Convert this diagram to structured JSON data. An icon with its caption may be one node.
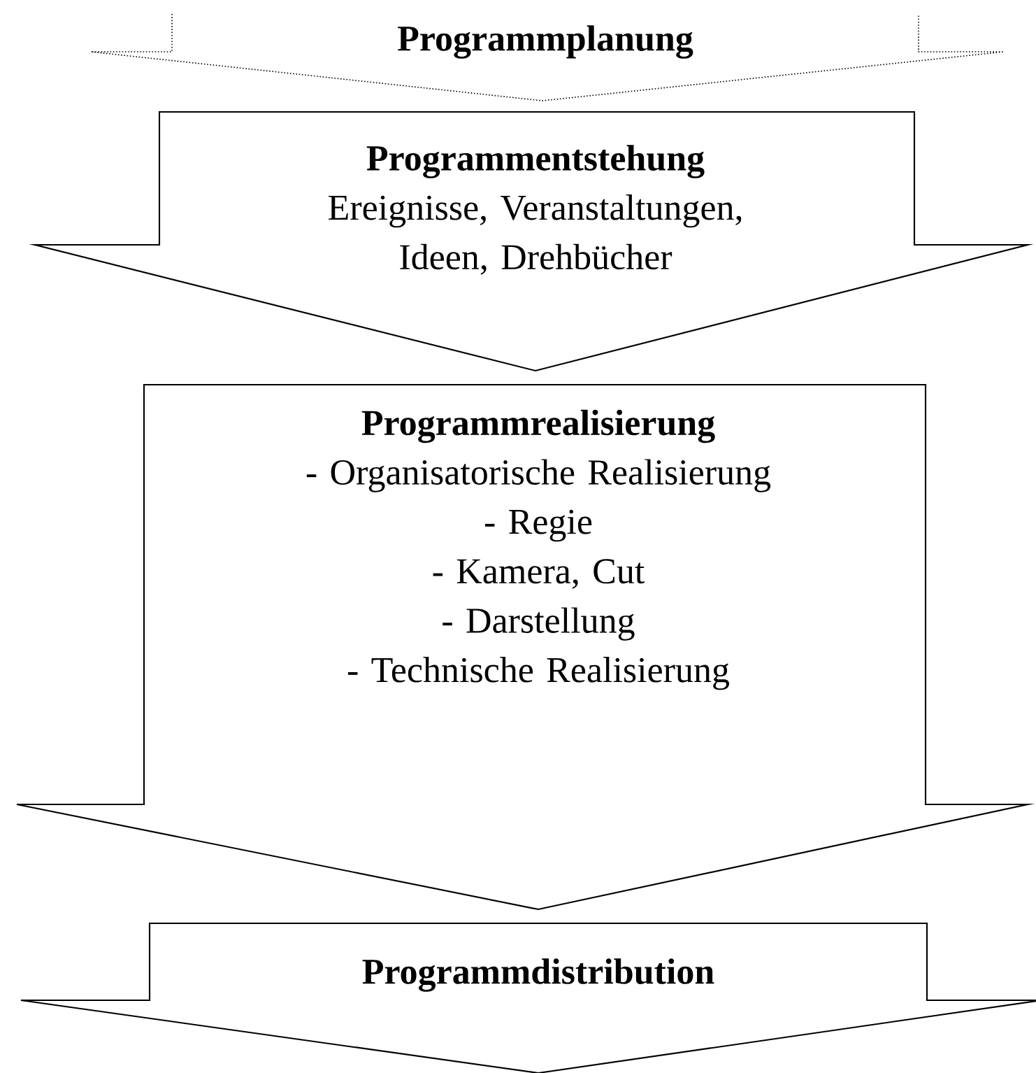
{
  "diagram": {
    "nodes": [
      {
        "text": [
          "Programmplanung"
        ]
      },
      {
        "text": [
          "Programmentstehung",
          "Ereignisse, Veranstaltungen, Ideen, Drehbücher"
        ]
      },
      {
        "text": [
          "Programmrealisierung",
          "- Organisatorische Realisierung",
          "- Regie",
          "- Kamera, Cut",
          "- Darstellung",
          "- Technische Realisierung"
        ]
      },
      {
        "text": [
          "Programmdistribution"
        ]
      }
    ]
  }
}
